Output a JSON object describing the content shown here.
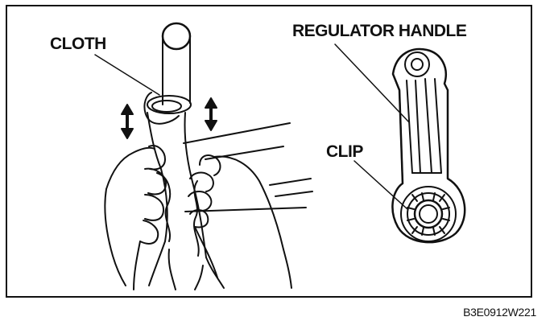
{
  "labels": {
    "cloth": "CLOTH",
    "regulator_handle": "REGULATOR HANDLE",
    "clip": "CLIP"
  },
  "figure_code": "B3E0912W221",
  "colors": {
    "ink": "#111111",
    "paper": "#ffffff"
  }
}
